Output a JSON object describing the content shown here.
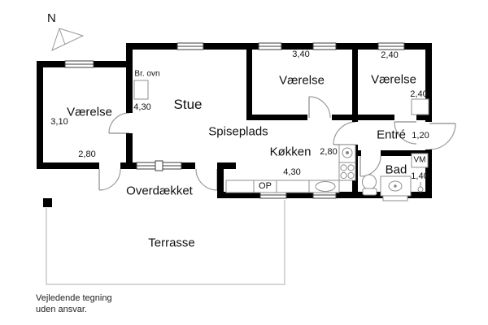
{
  "compass": {
    "north_label": "N"
  },
  "rooms": {
    "vaerelse_left": {
      "name": "Værelse",
      "width_m": "2,80",
      "depth_m": "3,10"
    },
    "stue": {
      "name": "Stue",
      "depth_m": "4,30"
    },
    "spiseplads": {
      "name": "Spiseplads"
    },
    "vaerelse_mid": {
      "name": "Værelse",
      "width_m": "3,40"
    },
    "vaerelse_right": {
      "name": "Værelse",
      "width_m": "2,40",
      "depth_m": "2,40"
    },
    "entre": {
      "name": "Entré",
      "depth_m": "1,20"
    },
    "koekken": {
      "name": "Køkken",
      "width_m": "4,30",
      "depth_m": "2,80"
    },
    "bad": {
      "name": "Bad",
      "depth_m": "1,40"
    },
    "overdaekket": {
      "name": "Overdækket"
    },
    "terrasse": {
      "name": "Terrasse"
    }
  },
  "fixtures": {
    "wood_stove": "Br. ovn",
    "washing_machine": "VM",
    "dishwasher": "OP"
  },
  "footer": {
    "line1": "Vejledende tegning",
    "line2": "uden ansvar."
  },
  "colors": {
    "wall": "#000000",
    "door_line": "#9b9b9b",
    "fixture_line": "#8f8f8f",
    "window_line": "#3c3c3c",
    "terrace_line": "#c9c9c9"
  }
}
